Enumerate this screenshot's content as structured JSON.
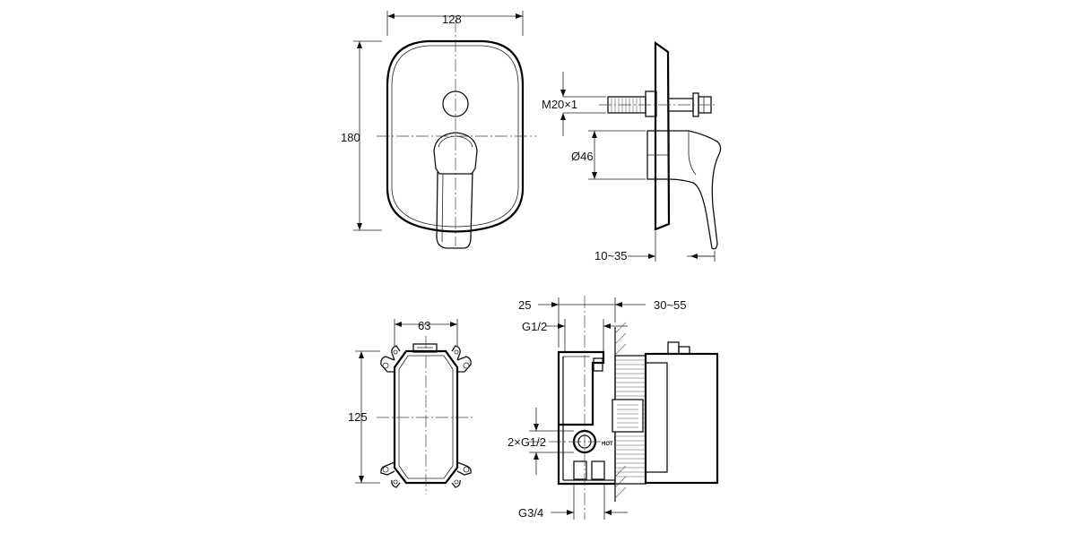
{
  "dimensions": {
    "cover_width": "128",
    "cover_height": "180",
    "thread": "M20×1",
    "diameter": "Ø46",
    "wall_range": "10~35",
    "box_width": "63",
    "box_height": "125",
    "depth_front": "25",
    "depth_back": "30~55",
    "inlet_top": "G1/2",
    "inlets_side": "2×G1/2",
    "outlet_bottom": "G3/4"
  },
  "labels": {
    "hot_marking": "HOT"
  }
}
